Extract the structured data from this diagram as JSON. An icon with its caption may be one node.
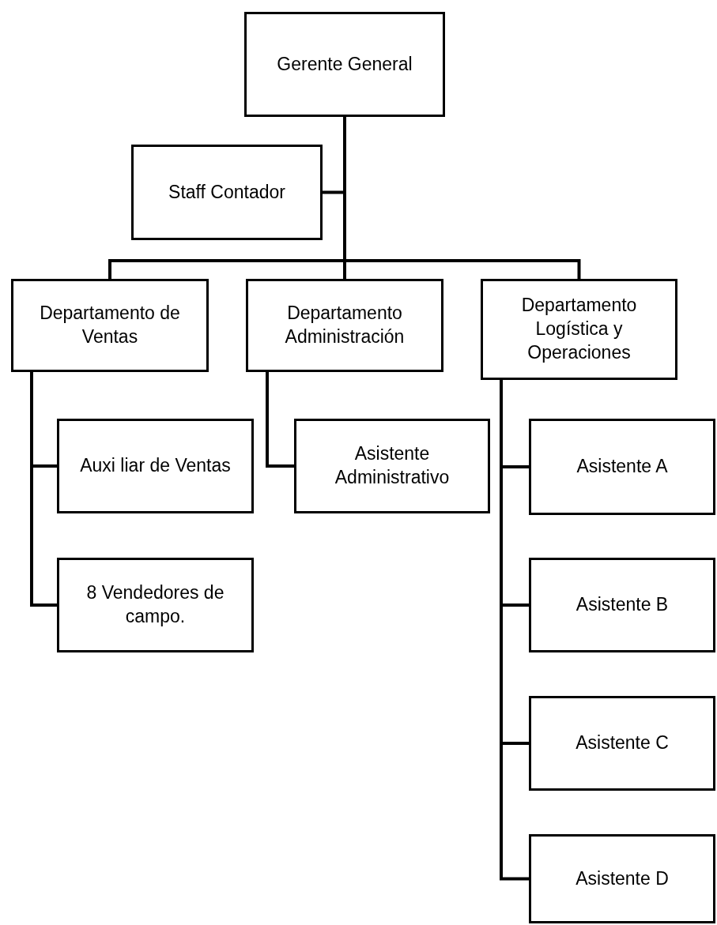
{
  "diagram": {
    "nodes": [
      {
        "text": [
          "Gerente General"
        ]
      },
      {
        "text": [
          "Staff Contador"
        ]
      },
      {
        "text": [
          "Departamento de Ventas"
        ]
      },
      {
        "text": [
          "Departamento Administración"
        ]
      },
      {
        "text": [
          "Departamento Logística y Operaciones"
        ]
      },
      {
        "text": [
          "Auxi liar de Ventas"
        ]
      },
      {
        "text": [
          "8 Vendedores de campo."
        ]
      },
      {
        "text": [
          "Asistente Administrativo"
        ]
      },
      {
        "text": [
          "Asistente A"
        ]
      },
      {
        "text": [
          "Asistente B"
        ]
      },
      {
        "text": [
          "Asistente C"
        ]
      },
      {
        "text": [
          "Asistente D"
        ]
      }
    ],
    "edges": [
      {
        "from": 0,
        "to": 1,
        "arrow": "none"
      },
      {
        "from": 0,
        "to": 2,
        "arrow": "none"
      },
      {
        "from": 0,
        "to": 3,
        "arrow": "none"
      },
      {
        "from": 0,
        "to": 4,
        "arrow": "none"
      },
      {
        "from": 2,
        "to": 5,
        "arrow": "none"
      },
      {
        "from": 2,
        "to": 6,
        "arrow": "none"
      },
      {
        "from": 3,
        "to": 7,
        "arrow": "none"
      },
      {
        "from": 4,
        "to": 8,
        "arrow": "none"
      },
      {
        "from": 4,
        "to": 9,
        "arrow": "none"
      },
      {
        "from": 4,
        "to": 10,
        "arrow": "none"
      },
      {
        "from": 4,
        "to": 11,
        "arrow": "none"
      }
    ]
  }
}
